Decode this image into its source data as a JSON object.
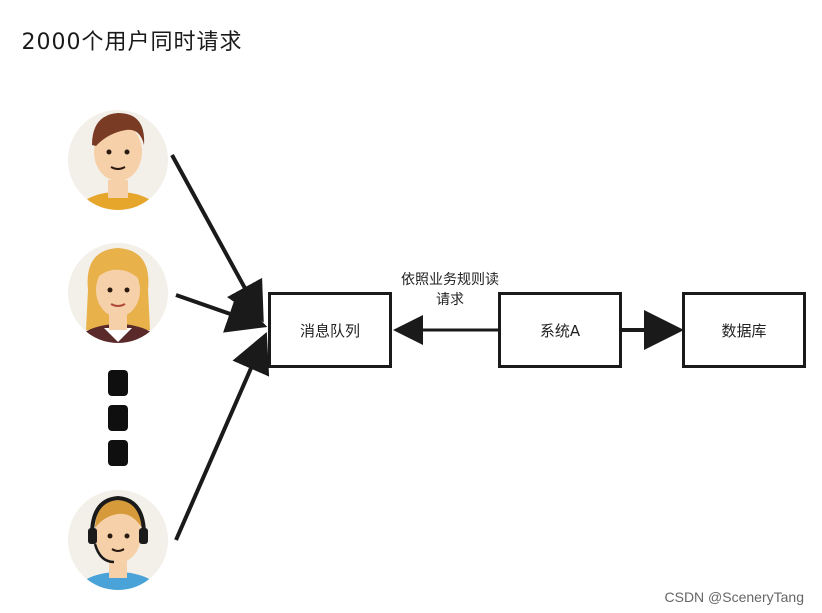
{
  "title": "2000个用户同时请求",
  "nodes": {
    "queue": "消息队列",
    "system_a": "系统A",
    "database": "数据库"
  },
  "edges": {
    "system_to_queue_label": "依照业务规则读请求"
  },
  "watermark": "CSDN @SceneryTang",
  "colors": {
    "stroke": "#1a1a1a",
    "skin": "#f6d0a8",
    "hair_brown": "#7a3b25",
    "hair_blonde": "#e8b14a",
    "shirt_yellow": "#e6a62c",
    "shirt_maroon": "#5a2a2a",
    "shirt_blue": "#4aa3d8"
  },
  "icons": [
    "user-avatar-male-icon",
    "user-avatar-female-icon",
    "user-avatar-headset-icon",
    "ellipsis-dots-icon"
  ]
}
